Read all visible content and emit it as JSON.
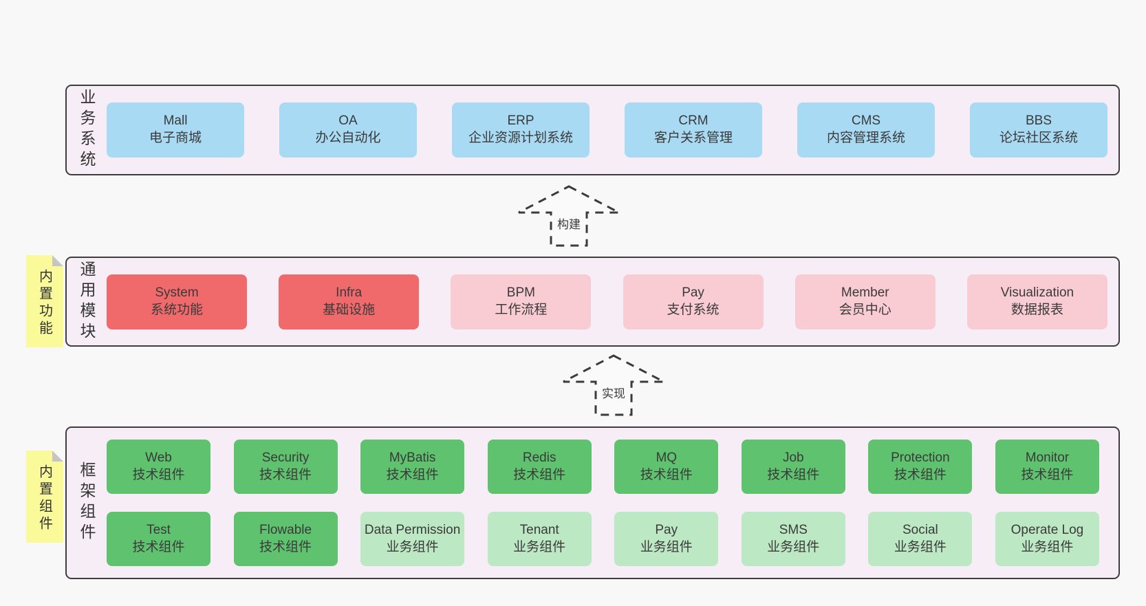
{
  "colors": {
    "page_bg": "#f8f8f8",
    "band_bg": "#f7edf6",
    "band_border": "#3d3d3d",
    "blue_box": "#a8daf3",
    "red_box": "#f06a6b",
    "pink_box": "#f9ccd3",
    "green_box": "#5ec26e",
    "light_green_box": "#bde8c4",
    "note_yellow": "#fafa9a",
    "note_fold_gray": "#c5c5c5",
    "text": "#3a3a3a"
  },
  "arrows": [
    {
      "label": "构建"
    },
    {
      "label": "实现"
    }
  ],
  "bands": [
    {
      "label": "业务系统",
      "boxes": [
        {
          "en": "Mall",
          "zh": "电子商城"
        },
        {
          "en": "OA",
          "zh": "办公自动化"
        },
        {
          "en": "ERP",
          "zh": "企业资源计划系统"
        },
        {
          "en": "CRM",
          "zh": "客户关系管理"
        },
        {
          "en": "CMS",
          "zh": "内容管理系统"
        },
        {
          "en": "BBS",
          "zh": "论坛社区系统"
        }
      ]
    },
    {
      "label": "通用模块",
      "note": "内置功能",
      "boxes": [
        {
          "en": "System",
          "zh": "系统功能"
        },
        {
          "en": "Infra",
          "zh": "基础设施"
        },
        {
          "en": "BPM",
          "zh": "工作流程"
        },
        {
          "en": "Pay",
          "zh": "支付系统"
        },
        {
          "en": "Member",
          "zh": "会员中心"
        },
        {
          "en": "Visualization",
          "zh": "数据报表"
        }
      ]
    },
    {
      "label": "框架组件",
      "note": "内置组件",
      "rows": [
        [
          {
            "en": "Web",
            "zh": "技术组件"
          },
          {
            "en": "Security",
            "zh": "技术组件"
          },
          {
            "en": "MyBatis",
            "zh": "技术组件"
          },
          {
            "en": "Redis",
            "zh": "技术组件"
          },
          {
            "en": "MQ",
            "zh": "技术组件"
          },
          {
            "en": "Job",
            "zh": "技术组件"
          },
          {
            "en": "Protection",
            "zh": "技术组件"
          },
          {
            "en": "Monitor",
            "zh": "技术组件"
          }
        ],
        [
          {
            "en": "Test",
            "zh": "技术组件"
          },
          {
            "en": "Flowable",
            "zh": "技术组件"
          },
          {
            "en": "Data Permission",
            "zh": "业务组件"
          },
          {
            "en": "Tenant",
            "zh": "业务组件"
          },
          {
            "en": "Pay",
            "zh": "业务组件"
          },
          {
            "en": "SMS",
            "zh": "业务组件"
          },
          {
            "en": "Social",
            "zh": "业务组件"
          },
          {
            "en": "Operate Log",
            "zh": "业务组件"
          }
        ]
      ]
    }
  ]
}
